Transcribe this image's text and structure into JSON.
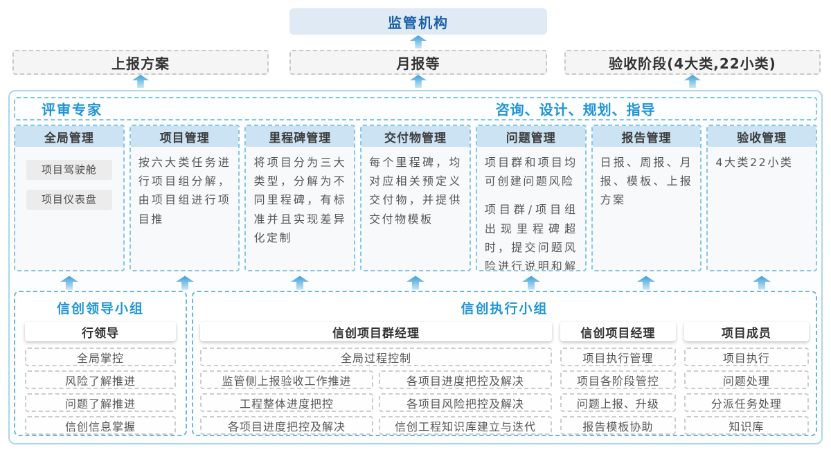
{
  "regulator": {
    "label": "监管机构"
  },
  "report_row": {
    "plan": "上报方案",
    "monthly": "月报等",
    "acceptance": "验收阶段(4大类,22小类)"
  },
  "platform": {
    "expert": "评审专家",
    "guidance": "咨询、设计、规划、指导",
    "columns": [
      {
        "title": "全局管理",
        "pills": [
          "项目驾驶舱",
          "项目仪表盘"
        ]
      },
      {
        "title": "项目管理",
        "text": "按六大类任务进行项目组分解，由项目组进行项目推"
      },
      {
        "title": "里程碑管理",
        "text": "将项目分为三大类型，分解为不同里程碑，有标准并且实现差异化定制"
      },
      {
        "title": "交付物管理",
        "text": "每个里程碑，均对应相关预定义交付物，并提供交付物模板"
      },
      {
        "title": "问题管理",
        "text": "项目群和项目均可创建问题风险",
        "text2": "项目群/项目组出现里程碑超时，提交问题风险进行说明和解决"
      },
      {
        "title": "报告管理",
        "text": "日报、周报、月报、模板、上报方案"
      },
      {
        "title": "验收管理",
        "text": "4大类22小类"
      }
    ]
  },
  "leader_group": {
    "title": "信创领导小组",
    "role": "行领导",
    "items": [
      "全局掌控",
      "风险了解推进",
      "问题了解推进",
      "信创信息掌握"
    ]
  },
  "exec_group": {
    "title": "信创执行小组",
    "program_manager": {
      "role": "信创项目群经理",
      "top_item": "全局过程控制",
      "left_items": [
        "监管侧上报验收工作推进",
        "工程整体进度把控",
        "各项目进度把控及解决"
      ],
      "right_items": [
        "各项目进度把控及解决",
        "各项目风险把控及解决",
        "信创工程知识库建立与迭代"
      ]
    },
    "project_manager": {
      "role": "信创项目经理",
      "items": [
        "项目执行管理",
        "项目各阶段管控",
        "问题上报、升级",
        "报告模板协助"
      ]
    },
    "member": {
      "role": "项目成员",
      "items": [
        "项目执行",
        "问题处理",
        "分派任务处理",
        "知识库"
      ]
    }
  },
  "colors": {
    "accent_blue": "#2095d5",
    "regulator_text": "#1a5fa8",
    "regulator_bg": "#dfeaf5",
    "column_header_bg": "#cbe3f2",
    "dashed_blue": "#7fc4e8",
    "container_border": "#aed6eb",
    "arrow_top": "#3e9ed9",
    "arrow_bottom": "#c8e7f7"
  }
}
